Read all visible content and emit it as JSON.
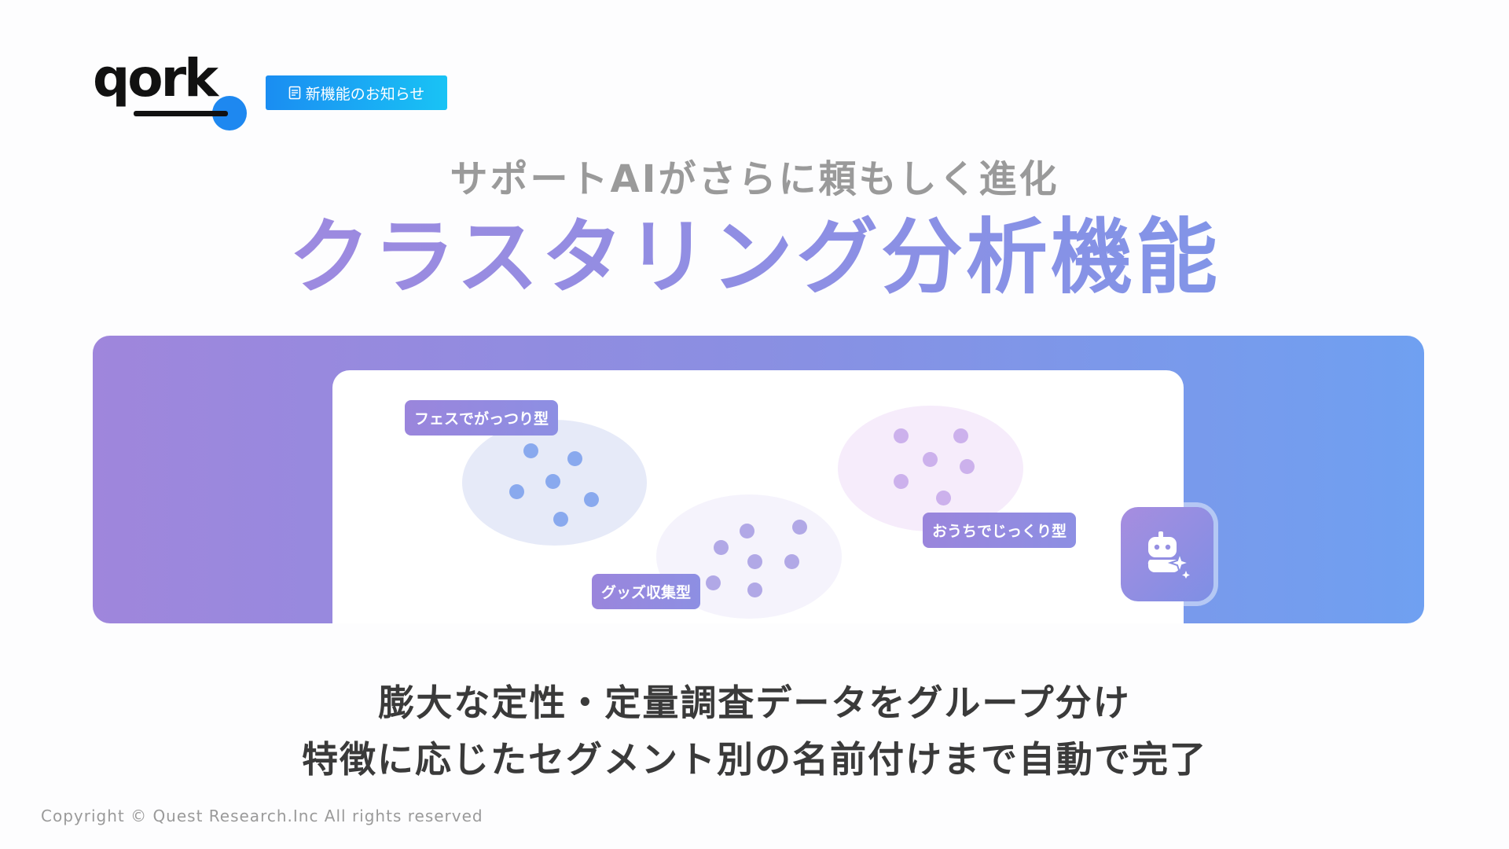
{
  "logo": {
    "text": "qork"
  },
  "badge": {
    "label": "新機能のお知らせ",
    "icon": "newspaper-icon"
  },
  "header": {
    "subtitle": "サポートAIがさらに頼もしく進化",
    "title": "クラスタリング分析機能"
  },
  "illustration": {
    "clusters": [
      {
        "label": "フェスでがっつり型",
        "color": "#89a9ee"
      },
      {
        "label": "グッズ収集型",
        "color": "#b1a8e6"
      },
      {
        "label": "おうちでじっくり型",
        "color": "#ccb1ec"
      }
    ],
    "ai_button_icon": "robot-sparkle-icon"
  },
  "description": {
    "line1": "膨大な定性・定量調査データをグループ分け",
    "line2": "特徴に応じたセグメント別の名前付けまで自動で完了"
  },
  "footer": {
    "copyright": "Copyright © Quest Research.Inc All rights reserved"
  },
  "colors": {
    "accent_blue": "#1e88f0",
    "banner_start": "#9f86dc",
    "banner_end": "#6fa0f1"
  }
}
